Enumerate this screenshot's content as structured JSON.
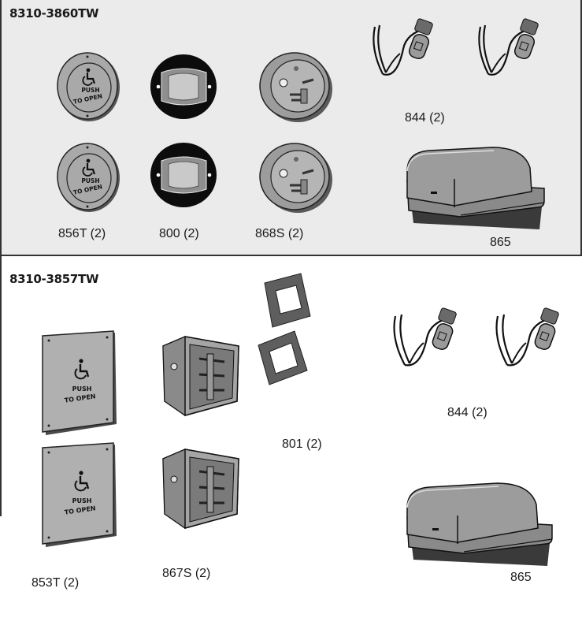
{
  "kit1": {
    "title": "8310-3860TW",
    "labels": {
      "p856t": "856T (2)",
      "p800": "800 (2)",
      "p868s": "868S (2)",
      "p844": "844 (2)",
      "p865": "865"
    },
    "button_text": [
      "PUSH",
      "TO OPEN"
    ]
  },
  "kit2": {
    "title": "8310-3857TW",
    "labels": {
      "p853t": "853T (2)",
      "p867s": "867S (2)",
      "p801": "801 (2)",
      "p844": "844 (2)",
      "p865": "865"
    },
    "button_text": [
      "PUSH",
      "TO OPEN"
    ]
  }
}
